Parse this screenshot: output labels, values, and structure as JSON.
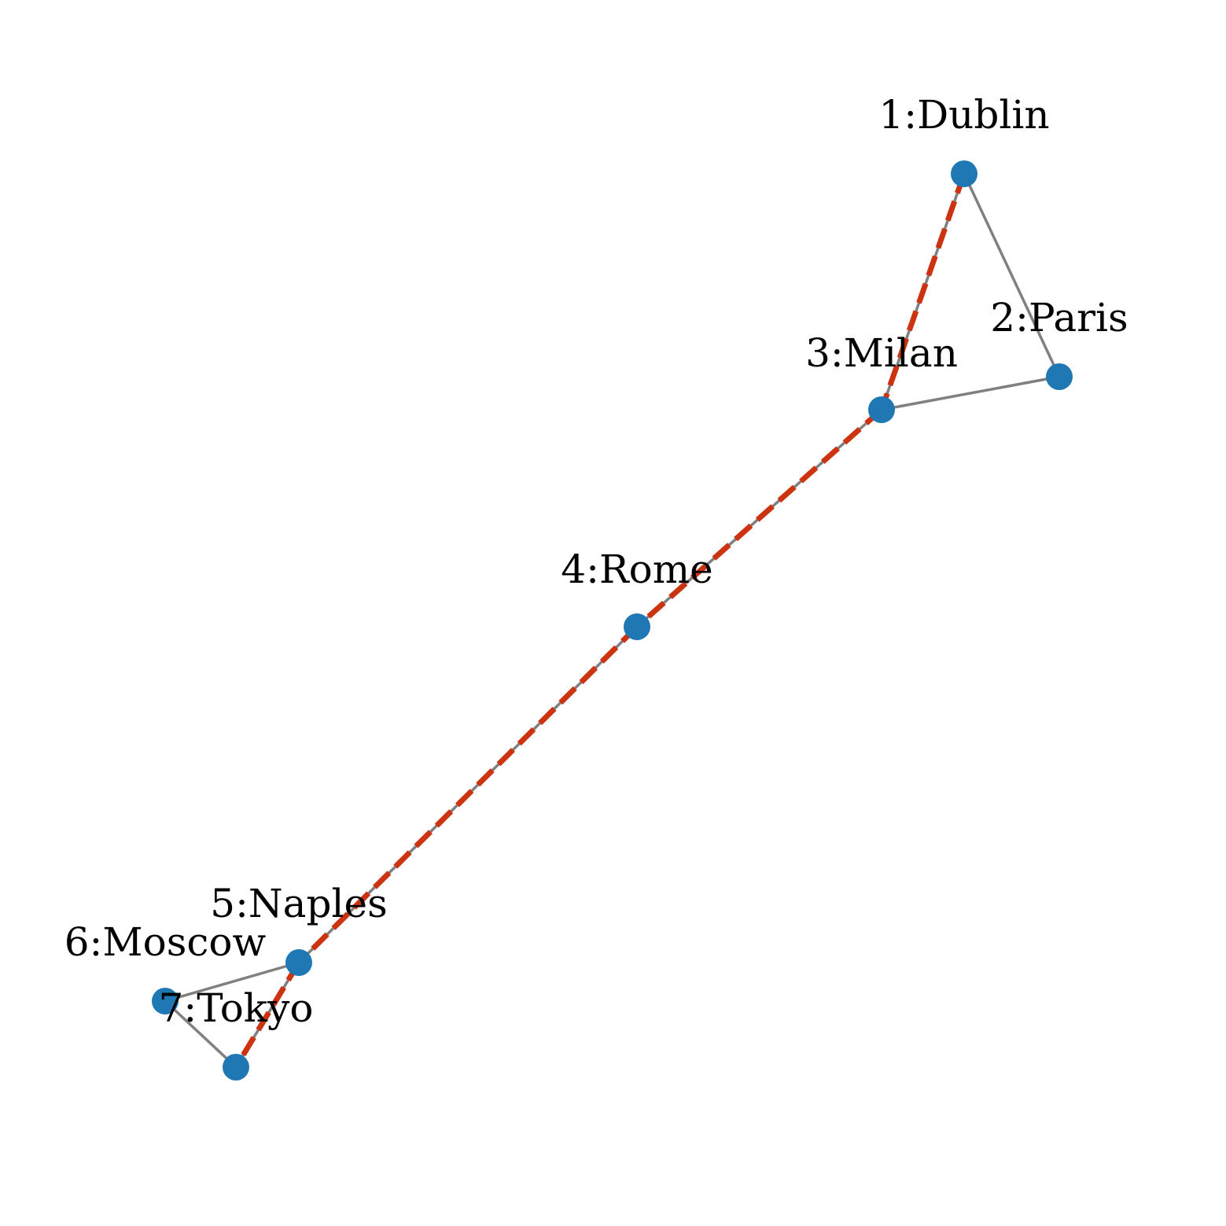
{
  "colors": {
    "node": "#1f77b4",
    "edge": "#808080",
    "highlight_path": "#cc3311",
    "background": "#ffffff"
  },
  "graph": {
    "nodes": [
      {
        "id": 1,
        "label": "1:Dublin"
      },
      {
        "id": 2,
        "label": "2:Paris"
      },
      {
        "id": 3,
        "label": "3:Milan"
      },
      {
        "id": 4,
        "label": "4:Rome"
      },
      {
        "id": 5,
        "label": "5:Naples"
      },
      {
        "id": 6,
        "label": "6:Moscow"
      },
      {
        "id": 7,
        "label": "7:Tokyo"
      }
    ],
    "edges": [
      {
        "source": 1,
        "target": 2
      },
      {
        "source": 1,
        "target": 3
      },
      {
        "source": 2,
        "target": 3
      },
      {
        "source": 3,
        "target": 4
      },
      {
        "source": 4,
        "target": 5
      },
      {
        "source": 5,
        "target": 6
      },
      {
        "source": 5,
        "target": 7
      },
      {
        "source": 6,
        "target": 7
      }
    ],
    "highlighted_path": [
      1,
      3,
      4,
      5,
      7
    ]
  }
}
